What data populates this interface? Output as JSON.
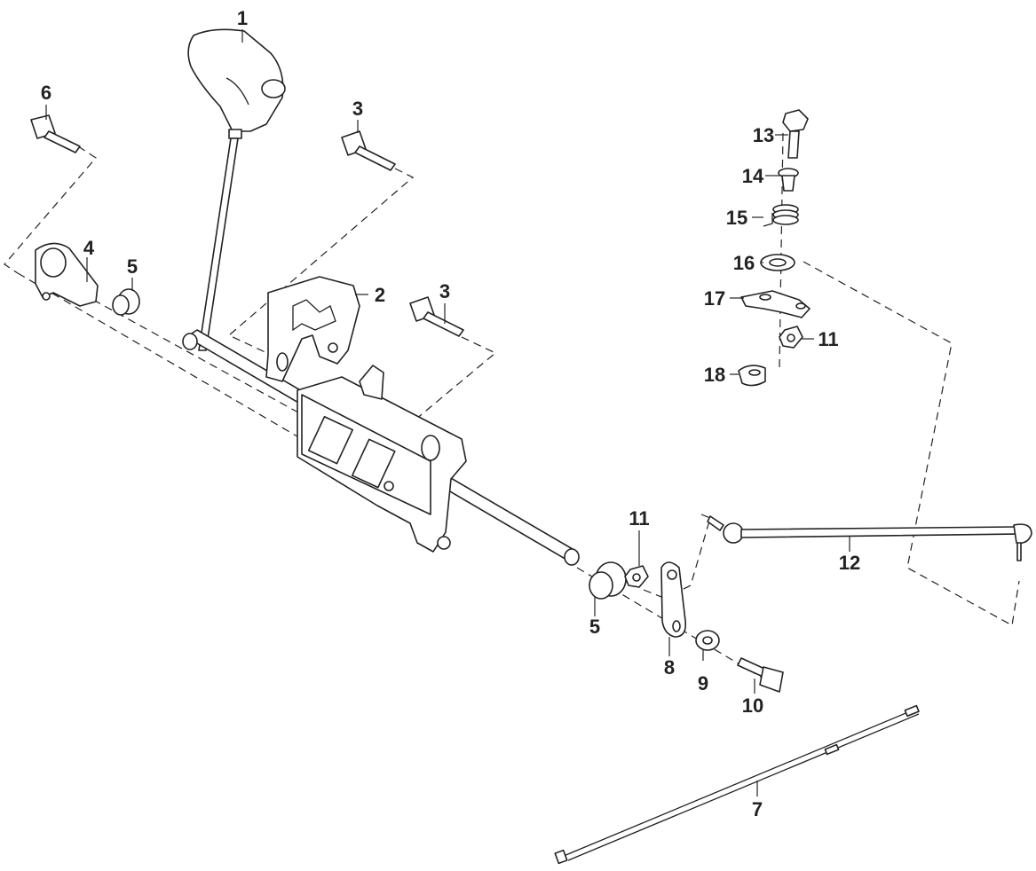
{
  "diagram": {
    "callouts": [
      {
        "id": "c1",
        "text": "1"
      },
      {
        "id": "c2",
        "text": "2"
      },
      {
        "id": "c3a",
        "text": "3"
      },
      {
        "id": "c3b",
        "text": "3"
      },
      {
        "id": "c4",
        "text": "4"
      },
      {
        "id": "c5a",
        "text": "5"
      },
      {
        "id": "c5b",
        "text": "5"
      },
      {
        "id": "c6",
        "text": "6"
      },
      {
        "id": "c7",
        "text": "7"
      },
      {
        "id": "c8",
        "text": "8"
      },
      {
        "id": "c9",
        "text": "9"
      },
      {
        "id": "c10",
        "text": "10"
      },
      {
        "id": "c11a",
        "text": "11"
      },
      {
        "id": "c11b",
        "text": "11"
      },
      {
        "id": "c12",
        "text": "12"
      },
      {
        "id": "c13",
        "text": "13"
      },
      {
        "id": "c14",
        "text": "14"
      },
      {
        "id": "c15",
        "text": "15"
      },
      {
        "id": "c16",
        "text": "16"
      },
      {
        "id": "c17",
        "text": "17"
      },
      {
        "id": "c18",
        "text": "18"
      }
    ]
  }
}
